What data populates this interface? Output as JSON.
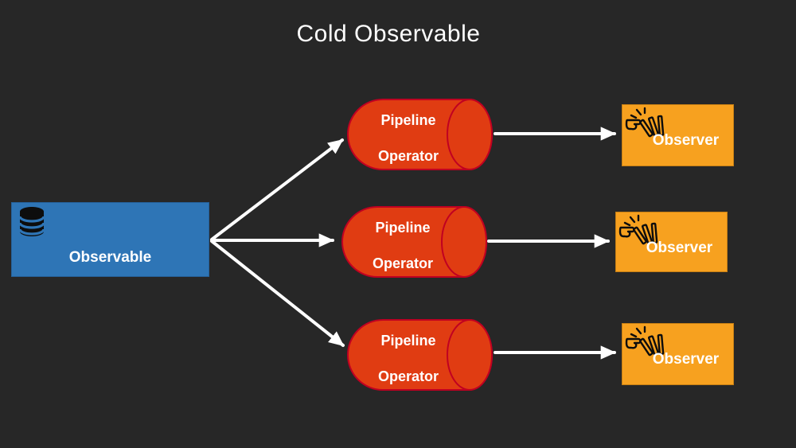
{
  "title": "Cold Observable",
  "colors": {
    "background": "#272727",
    "observable_blue": "#2E75B6",
    "pipeline_fill": "#E03C12",
    "pipeline_border": "#C00021",
    "observer_orange": "#F7A11F",
    "arrow": "#FFFFFF",
    "text": "#FFFFFF",
    "icon_black": "#0d0d0d"
  },
  "observable": {
    "label": "Observable",
    "icon": "database-icon"
  },
  "pipelines": [
    {
      "line1": "Pipeline",
      "line2": "Operator"
    },
    {
      "line1": "Pipeline",
      "line2": "Operator"
    },
    {
      "line1": "Pipeline",
      "line2": "Operator"
    }
  ],
  "observers": [
    {
      "label": "Observer",
      "icon": "push-dominoes-icon"
    },
    {
      "label": "Observer",
      "icon": "push-dominoes-icon"
    },
    {
      "label": "Observer",
      "icon": "push-dominoes-icon"
    }
  ]
}
